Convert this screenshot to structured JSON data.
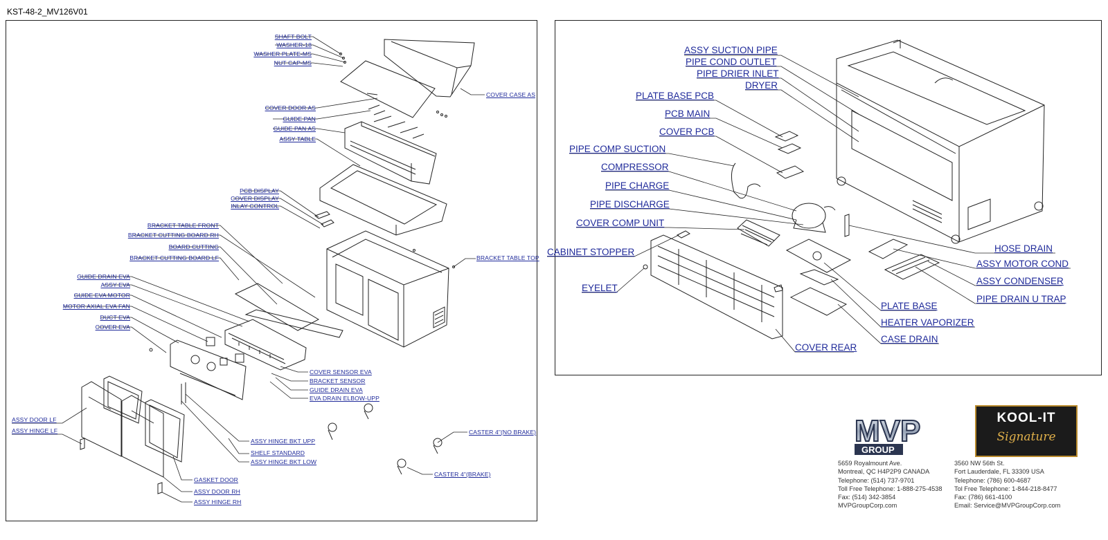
{
  "document": {
    "title": "KST-48-2_MV126V01"
  },
  "left_labels": {
    "shaft_bolt": "SHAFT BOLT",
    "washer_18": "WASHER-18",
    "washer_plate_ms": "WASHER PLATE-MS",
    "nut_cap_ms": "NUT CAP-MS",
    "cover_door_as": "COVER DOOR AS",
    "guide_pan": "GUIDE PAN",
    "guide_pan_as": "GUIDE PAN AS",
    "assy_table": "ASSY TABLE",
    "cover_case_as": "COVER CASE AS",
    "pcb_display": "PCB DISPLAY",
    "cover_display": "COVER DISPLAY",
    "inlay_control": "INLAY CONTROL",
    "bracket_table_front": "BRACKET TABLE FRONT",
    "bracket_cutting_board_rh": "BRACKET CUTTING BOARD RH",
    "board_cutting": "BOARD CUTTING",
    "bracket_cutting_board_lf": "BRACKET CUTTING BOARD LF",
    "bracket_table_top": "BRACKET TABLE TOP",
    "guide_drain_eva": "GUIDE DRAIN EVA",
    "assy_eva": "ASSY EVA",
    "guide_eva_motor": "GUIDE EVA MOTOR",
    "motor_axial_eva_fan": "MOTOR AXIAL EVA FAN",
    "duct_eva": "DUCT EVA",
    "cover_eva": "COVER EVA",
    "cover_sensor_eva": "COVER SENSOR EVA",
    "bracket_sensor": "BRACKET SENSOR",
    "guide_drain_eva_2": "GUIDE DRAIN EVA",
    "eva_drain_elbow_upp": "EVA DRAIN ELBOW-UPP",
    "assy_door_lf": "ASSY DOOR LF",
    "assy_hinge_lf": "ASSY HINGE LF",
    "caster_no_brake": "CASTER 4\"(NO BRAKE)",
    "assy_hinge_bkt_upp": "ASSY HINGE BKT UPP",
    "shelf_standard": "SHELF STANDARD",
    "assy_hinge_bkt_low": "ASSY HINGE BKT LOW",
    "caster_brake": "CASTER 4\"(BRAKE)",
    "gasket_door": "GASKET DOOR",
    "assy_door_rh": "ASSY DOOR RH",
    "assy_hinge_rh": "ASSY HINGE RH"
  },
  "right_labels": {
    "assy_suction_pipe": "ASSY SUCTION PIPE",
    "pipe_cond_outlet": "PIPE COND OUTLET",
    "pipe_drier_inlet": "PIPE DRIER INLET",
    "dryer": "DRYER",
    "plate_base_pcb": "PLATE BASE PCB",
    "pcb_main": "PCB MAIN",
    "cover_pcb": "COVER PCB",
    "pipe_comp_suction": "PIPE COMP SUCTION",
    "compressor": "COMPRESSOR",
    "pipe_charge": "PIPE CHARGE",
    "pipe_discharge": "PIPE DISCHARGE",
    "cover_comp_unit": "COVER COMP UNIT",
    "cabinet_stopper": "CABINET STOPPER",
    "eyelet": "EYELET",
    "hose_drain": "HOSE DRAIN",
    "assy_motor_cond": "ASSY MOTOR COND",
    "assy_condenser": "ASSY CONDENSER",
    "pipe_drain_u_trap": "PIPE DRAIN U TRAP",
    "plate_base": "PLATE BASE",
    "heater_vaporizer": "HEATER VAPORIZER",
    "case_drain": "CASE DRAIN",
    "cover_rear": "COVER REAR"
  },
  "logos": {
    "mvp_main": "MVP",
    "mvp_sub": "GROUP",
    "koolit_title": "KOOL-IT",
    "koolit_sig": "Signature"
  },
  "addresses": {
    "canada": [
      "5659 Royalmount Ave.",
      "Montreal, QC H4P2P9 CANADA",
      "Telephone: (514) 737-9701",
      "Toll Free Telephone: 1-888-275-4538",
      "Fax: (514) 342-3854",
      "MVPGroupCorp.com"
    ],
    "usa": [
      "3560 NW 56th St.",
      "Fort Lauderdale, FL 33309 USA",
      "Telephone: (786) 600-4687",
      "Tol Free Telephone: 1-844-218-8477",
      "Fax: (786) 661-4100",
      "Email: Service@MVPGroupCorp.com"
    ]
  },
  "colors": {
    "label_blue": "#1f2a9a",
    "line": "#222222",
    "kool_gold": "#b98a2c"
  }
}
